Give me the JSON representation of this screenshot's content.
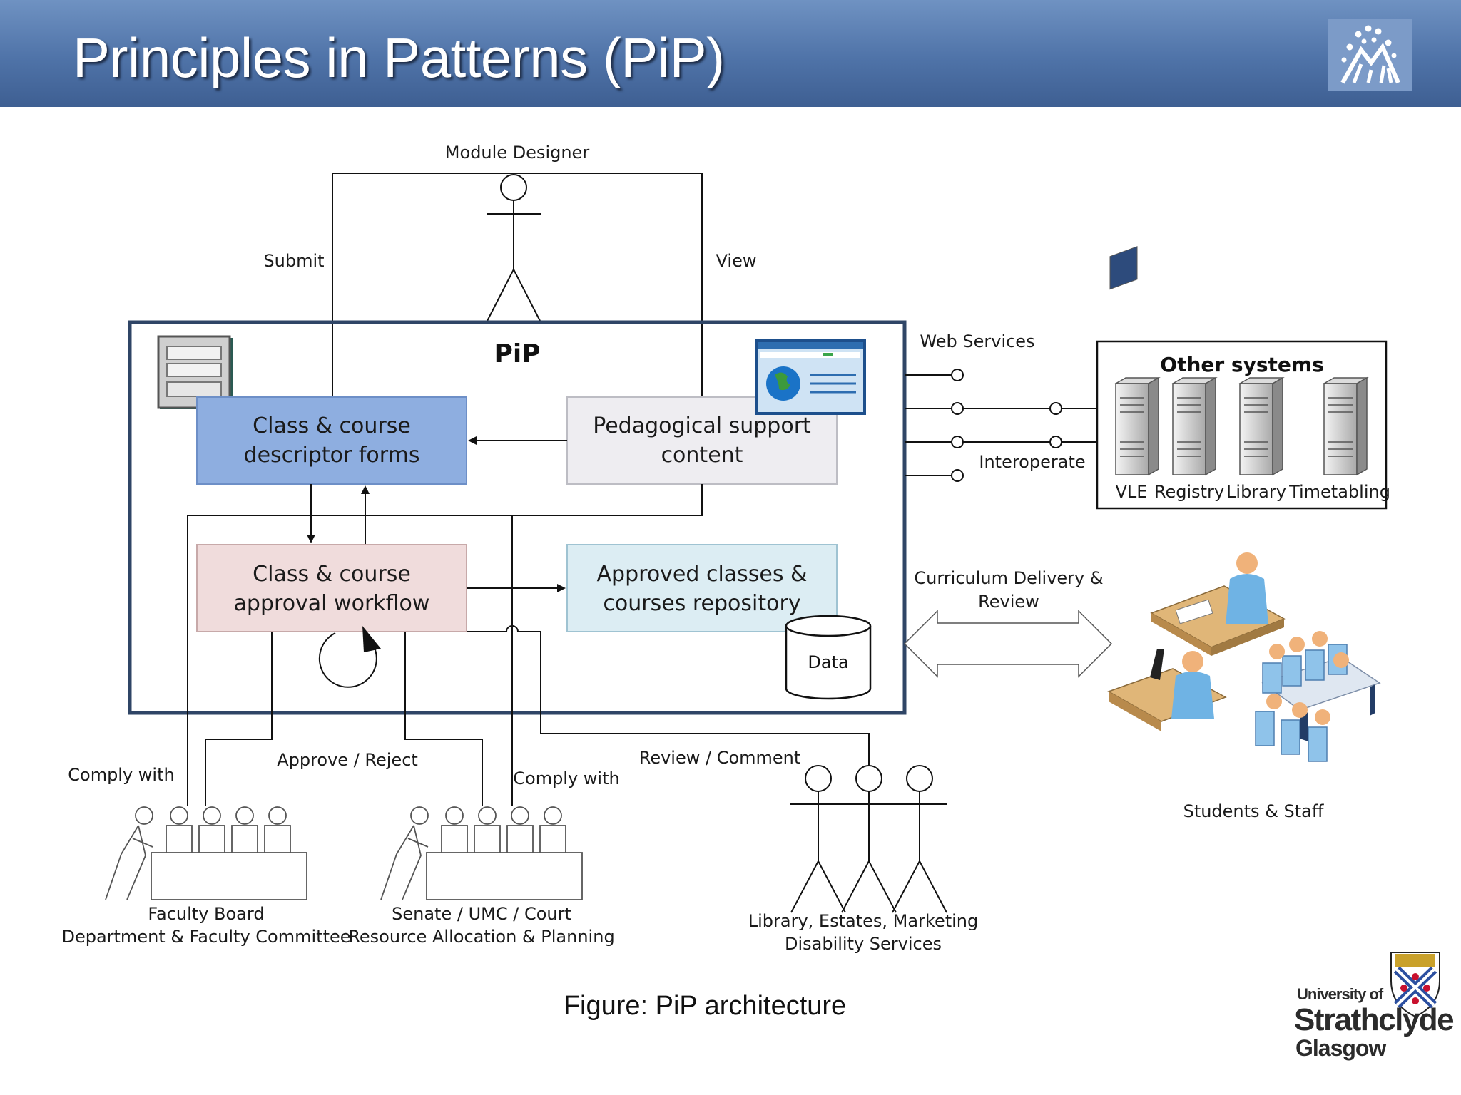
{
  "slide": {
    "title": "Principles in Patterns (PiP)",
    "caption": "Figure: PiP architecture"
  },
  "diagram": {
    "actor_module_designer": "Module Designer",
    "edge_submit": "Submit",
    "edge_view": "View",
    "system_name": "PiP",
    "box_forms_line1": "Class & course",
    "box_forms_line2": "descriptor forms",
    "box_pedagogical_line1": "Pedagogical support",
    "box_pedagogical_line2": "content",
    "box_workflow_line1": "Class & course",
    "box_workflow_line2": "approval workflow",
    "box_repository_line1": "Approved classes &",
    "box_repository_line2": "courses repository",
    "data_store": "Data",
    "web_services": "Web Services",
    "interoperate": "Interoperate",
    "other_systems_title": "Other systems",
    "other_systems": [
      "VLE",
      "Registry",
      "Library",
      "Timetabling"
    ],
    "curriculum_line1": "Curriculum Delivery &",
    "curriculum_line2": "Review",
    "students_staff": "Students & Staff",
    "comply_with_1": "Comply with",
    "approve_reject": "Approve / Reject",
    "comply_with_2": "Comply with",
    "review_comment": "Review / Comment",
    "faculty_line1": "Faculty Board",
    "faculty_line2": "Department & Faculty Committee",
    "senate_line1": "Senate / UMC / Court",
    "senate_line2": "Resource Allocation & Planning",
    "library_line1": "Library, Estates, Marketing",
    "library_line2": "Disability Services"
  },
  "logo": {
    "line1": "University of",
    "line2": "Strathclyde",
    "line3": "Glasgow"
  },
  "colors": {
    "header": "#4f73a8",
    "forms_box": "#8eaee0",
    "pedagogical_box": "#eeedf1",
    "workflow_box": "#f0dcdc",
    "repository_box": "#dcedf3",
    "pip_border": "#2f4566"
  }
}
